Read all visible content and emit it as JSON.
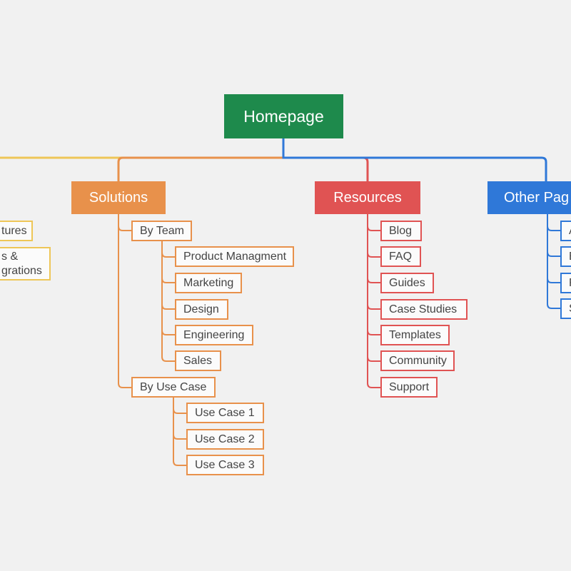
{
  "colors": {
    "root": "#1e8a4c",
    "features_branch": "#eec657",
    "solutions_branch": "#e8914b",
    "resources_branch": "#e05353",
    "other_branch": "#2f78d8"
  },
  "root": {
    "label": "Homepage"
  },
  "branches": {
    "features": {
      "items": [
        "tures",
        "s &\ngrations"
      ]
    },
    "solutions": {
      "label": "Solutions",
      "by_team": {
        "label": "By Team",
        "items": [
          "Product Managment",
          "Marketing",
          "Design",
          "Engineering",
          "Sales"
        ]
      },
      "by_use_case": {
        "label": "By Use Case",
        "items": [
          "Use Case 1",
          "Use Case 2",
          "Use Case 3"
        ]
      }
    },
    "resources": {
      "label": "Resources",
      "items": [
        "Blog",
        "FAQ",
        "Guides",
        "Case Studies",
        "Templates",
        "Community",
        "Support"
      ]
    },
    "other": {
      "label": "Other Pag",
      "items": [
        "A",
        "B",
        "F",
        "S"
      ]
    }
  }
}
